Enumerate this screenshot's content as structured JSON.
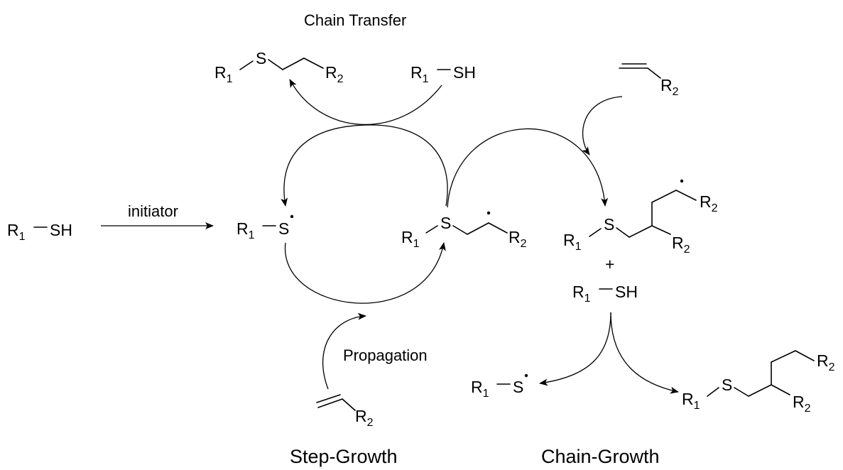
{
  "labels": {
    "chain_transfer": "Chain Transfer",
    "initiator": "initiator",
    "propagation": "Propagation",
    "plus": "+",
    "step_growth": "Step-Growth",
    "chain_growth": "Chain-Growth"
  },
  "atoms": {
    "R": "R",
    "S": "S",
    "SH": "SH",
    "sub_1": "1",
    "sub_2": "2"
  },
  "colors": {
    "ink": "#000000",
    "background": "#ffffff"
  }
}
